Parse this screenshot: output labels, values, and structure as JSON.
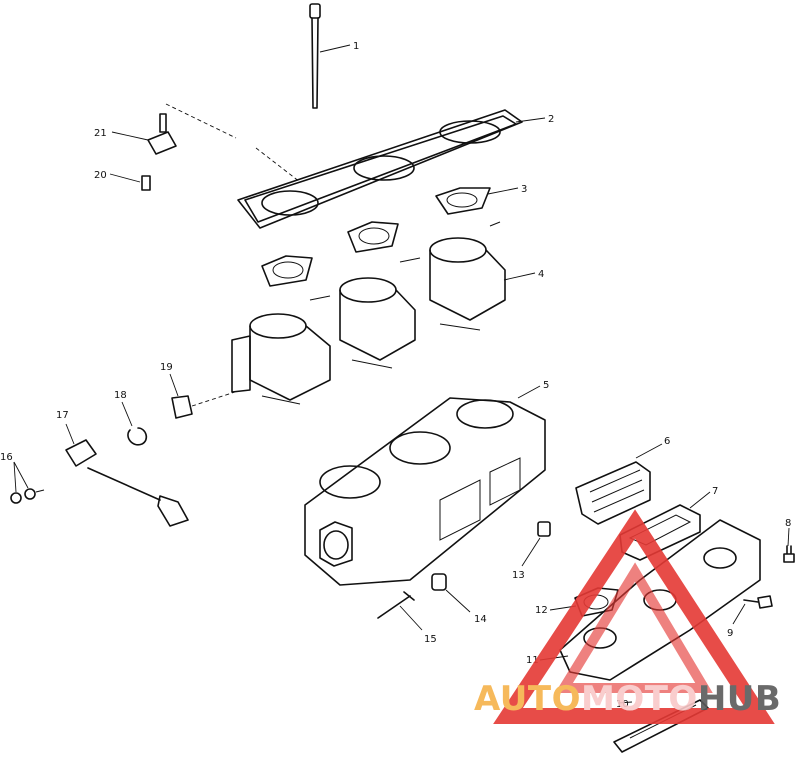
{
  "callouts": [
    "1",
    "2",
    "3",
    "4",
    "5",
    "6",
    "7",
    "8",
    "9",
    "10",
    "11",
    "12",
    "13",
    "14",
    "15",
    "16",
    "17",
    "18",
    "19",
    "20",
    "21"
  ],
  "watermark": {
    "part1": "AUTO",
    "part2": "MOTO",
    "part3": "HUB",
    "colors": {
      "auto": "#f6b24a",
      "moto": "#f9c8c8",
      "hub": "#5a5a5a",
      "triangle": "#e53935"
    }
  }
}
